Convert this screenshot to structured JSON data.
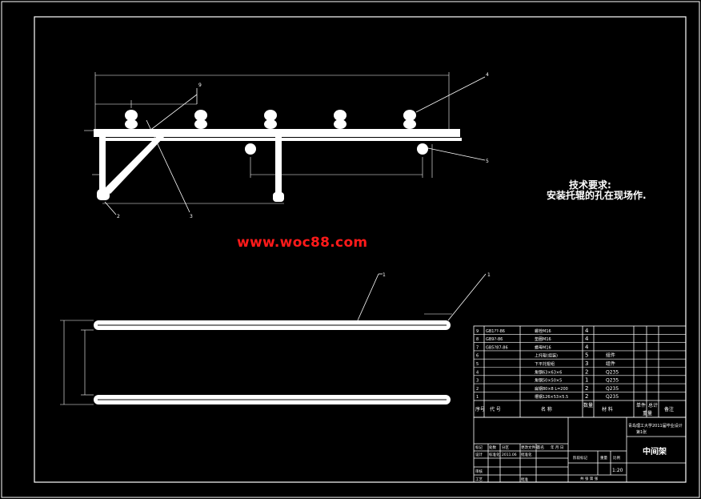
{
  "watermark": "www.woc88.com",
  "tech_requirements": {
    "title": "技术要求:",
    "line": "安装托辊的孔在现场作."
  },
  "title_block": {
    "part_name": "中间架",
    "scale": "1:20",
    "school": "青岛理工大学2011届毕业设计",
    "sheet": "第1张",
    "labels": [
      "标记",
      "处数",
      "分区",
      "更改文件号",
      "签名",
      "年 月 日",
      "设计",
      "标准化",
      "阶段标记",
      "重量",
      "比例",
      "审核",
      "工艺",
      "批准",
      "共 张 第 张"
    ],
    "signer_fragments": [
      "2011.06",
      "批准化"
    ]
  },
  "bom_header": [
    "序号",
    "代 号",
    "名 称",
    "数量",
    "材 料",
    "单件",
    "总计",
    "重量",
    "备注"
  ],
  "bom_rows": [
    {
      "code": "GB1??-86",
      "name": "螺栓M16",
      "qty": "4",
      "material": ""
    },
    {
      "code": "GB9?-86",
      "name": "垫圈M16",
      "qty": "4",
      "material": ""
    },
    {
      "code": "GB5?87-86",
      "name": "螺母M16",
      "qty": "4",
      "material": ""
    },
    {
      "code": "",
      "name": "上托辊(组装)",
      "qty": "5",
      "material": "组件"
    },
    {
      "code": "",
      "name": "下平托辊组",
      "qty": "3",
      "material": "组件"
    },
    {
      "code": "",
      "name": "角钢63×63×6",
      "qty": "2",
      "material": "Q235"
    },
    {
      "code": "",
      "name": "角钢50×50×5",
      "qty": "1",
      "material": "Q235"
    },
    {
      "code": "",
      "name": "扁钢80×8 L=200",
      "qty": "2",
      "material": "Q235"
    },
    {
      "code": "",
      "name": "槽钢126×53×5.5",
      "qty": "2",
      "material": "Q235"
    }
  ],
  "bom_numbers": [
    "9",
    "8",
    "7",
    "6",
    "5",
    "4",
    "3",
    "2",
    "1"
  ],
  "callouts": [
    "9",
    "4",
    "5",
    "3",
    "2",
    "1",
    "1"
  ]
}
